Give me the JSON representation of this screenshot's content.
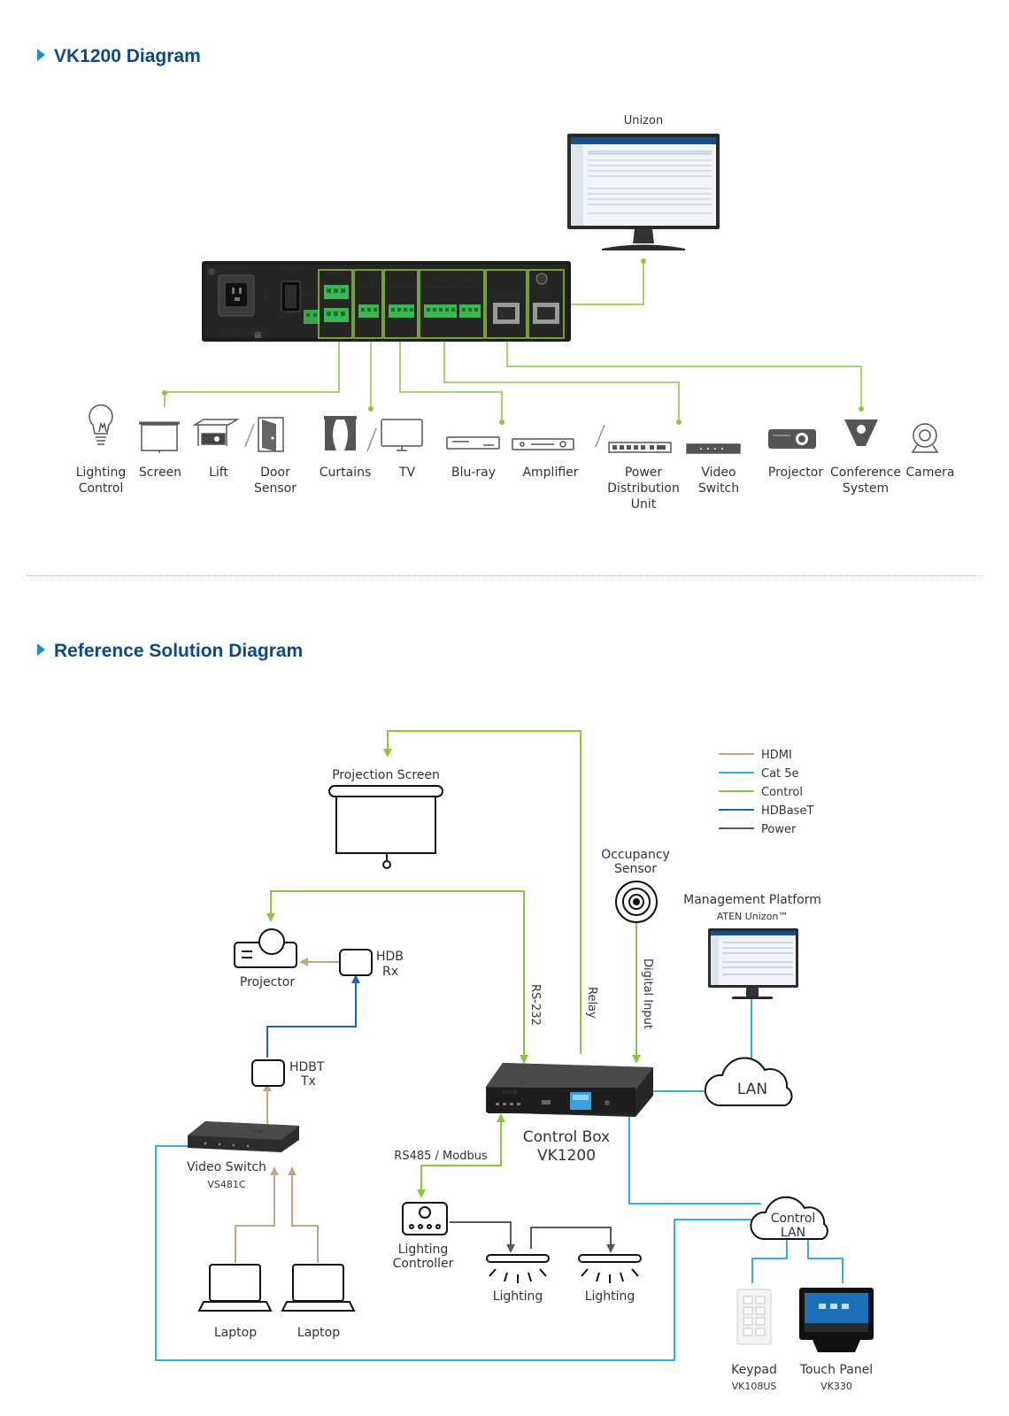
{
  "section1": {
    "title": "VK1200 Diagram",
    "unizon_label": "Unizon",
    "panel": {
      "power": "POWER",
      "dc_output": "DC OUTPUT",
      "relay": "RELAY",
      "io": "I / O",
      "ir_serial": "IR / SERIAL",
      "serial1": "SERIAL",
      "serial1_sub": "RS-232/422/485",
      "serial2": "SERIAL",
      "serial2_sub": "RS-232",
      "control_lan": "CONTROL LAN",
      "lan": "LAN"
    },
    "devices": [
      {
        "lines": [
          "Lighting",
          "Control"
        ],
        "icon": "light-bulb-icon"
      },
      {
        "lines": [
          "Screen"
        ],
        "icon": "screen-icon"
      },
      {
        "lines": [
          "Lift"
        ],
        "icon": "lift-icon"
      },
      {
        "lines": [
          "Door",
          "Sensor"
        ],
        "icon": "door-icon"
      },
      {
        "lines": [
          "Curtains"
        ],
        "icon": "curtains-icon"
      },
      {
        "lines": [
          "TV"
        ],
        "icon": "tv-icon"
      },
      {
        "lines": [
          "Blu-ray"
        ],
        "icon": "bluray-icon"
      },
      {
        "lines": [
          "Amplifier"
        ],
        "icon": "amplifier-icon"
      },
      {
        "lines": [
          "Power",
          "Distribution",
          "Unit"
        ],
        "icon": "pdu-icon"
      },
      {
        "lines": [
          "Video",
          "Switch"
        ],
        "icon": "video-switch-icon"
      },
      {
        "lines": [
          "Projector"
        ],
        "icon": "projector-icon"
      },
      {
        "lines": [
          "Conference",
          "System"
        ],
        "icon": "conference-icon"
      },
      {
        "lines": [
          "Camera"
        ],
        "icon": "camera-icon"
      }
    ]
  },
  "section2": {
    "title": "Reference Solution Diagram",
    "legend": [
      {
        "label": "HDMI",
        "color": "#c4a77e"
      },
      {
        "label": "Cat 5e",
        "color": "#33aee6"
      },
      {
        "label": "Control",
        "color": "#8dc63f"
      },
      {
        "label": "HDBaseT",
        "color": "#1f63b2"
      },
      {
        "label": "Power",
        "color": "#595959"
      }
    ],
    "projection_screen": "Projection Screen",
    "occupancy_sensor": [
      "Occupancy",
      "Sensor"
    ],
    "management_platform": "Management Platform",
    "aten_unizon": "ATEN Unizon™",
    "projector": "Projector",
    "hdb_rx": [
      "HDB",
      "Rx"
    ],
    "hdbt_tx": [
      "HDBT",
      "Tx"
    ],
    "video_switch": "Video Switch",
    "video_switch_model": "VS481C",
    "laptop": "Laptop",
    "rs232": "RS-232",
    "relay": "Relay",
    "digital_input": "Digital Input",
    "lan": "LAN",
    "control_box": "Control Box",
    "control_box_model": "VK1200",
    "rs485": "RS485 / Modbus",
    "lighting_controller": [
      "Lighting",
      "Controller"
    ],
    "lighting": "Lighting",
    "control_lan": [
      "Control",
      "LAN"
    ],
    "keypad": "Keypad",
    "keypad_model": "VK108US",
    "touch_panel": "Touch Panel",
    "touch_panel_model": "VK330",
    "aten_logo": "ATEN"
  }
}
